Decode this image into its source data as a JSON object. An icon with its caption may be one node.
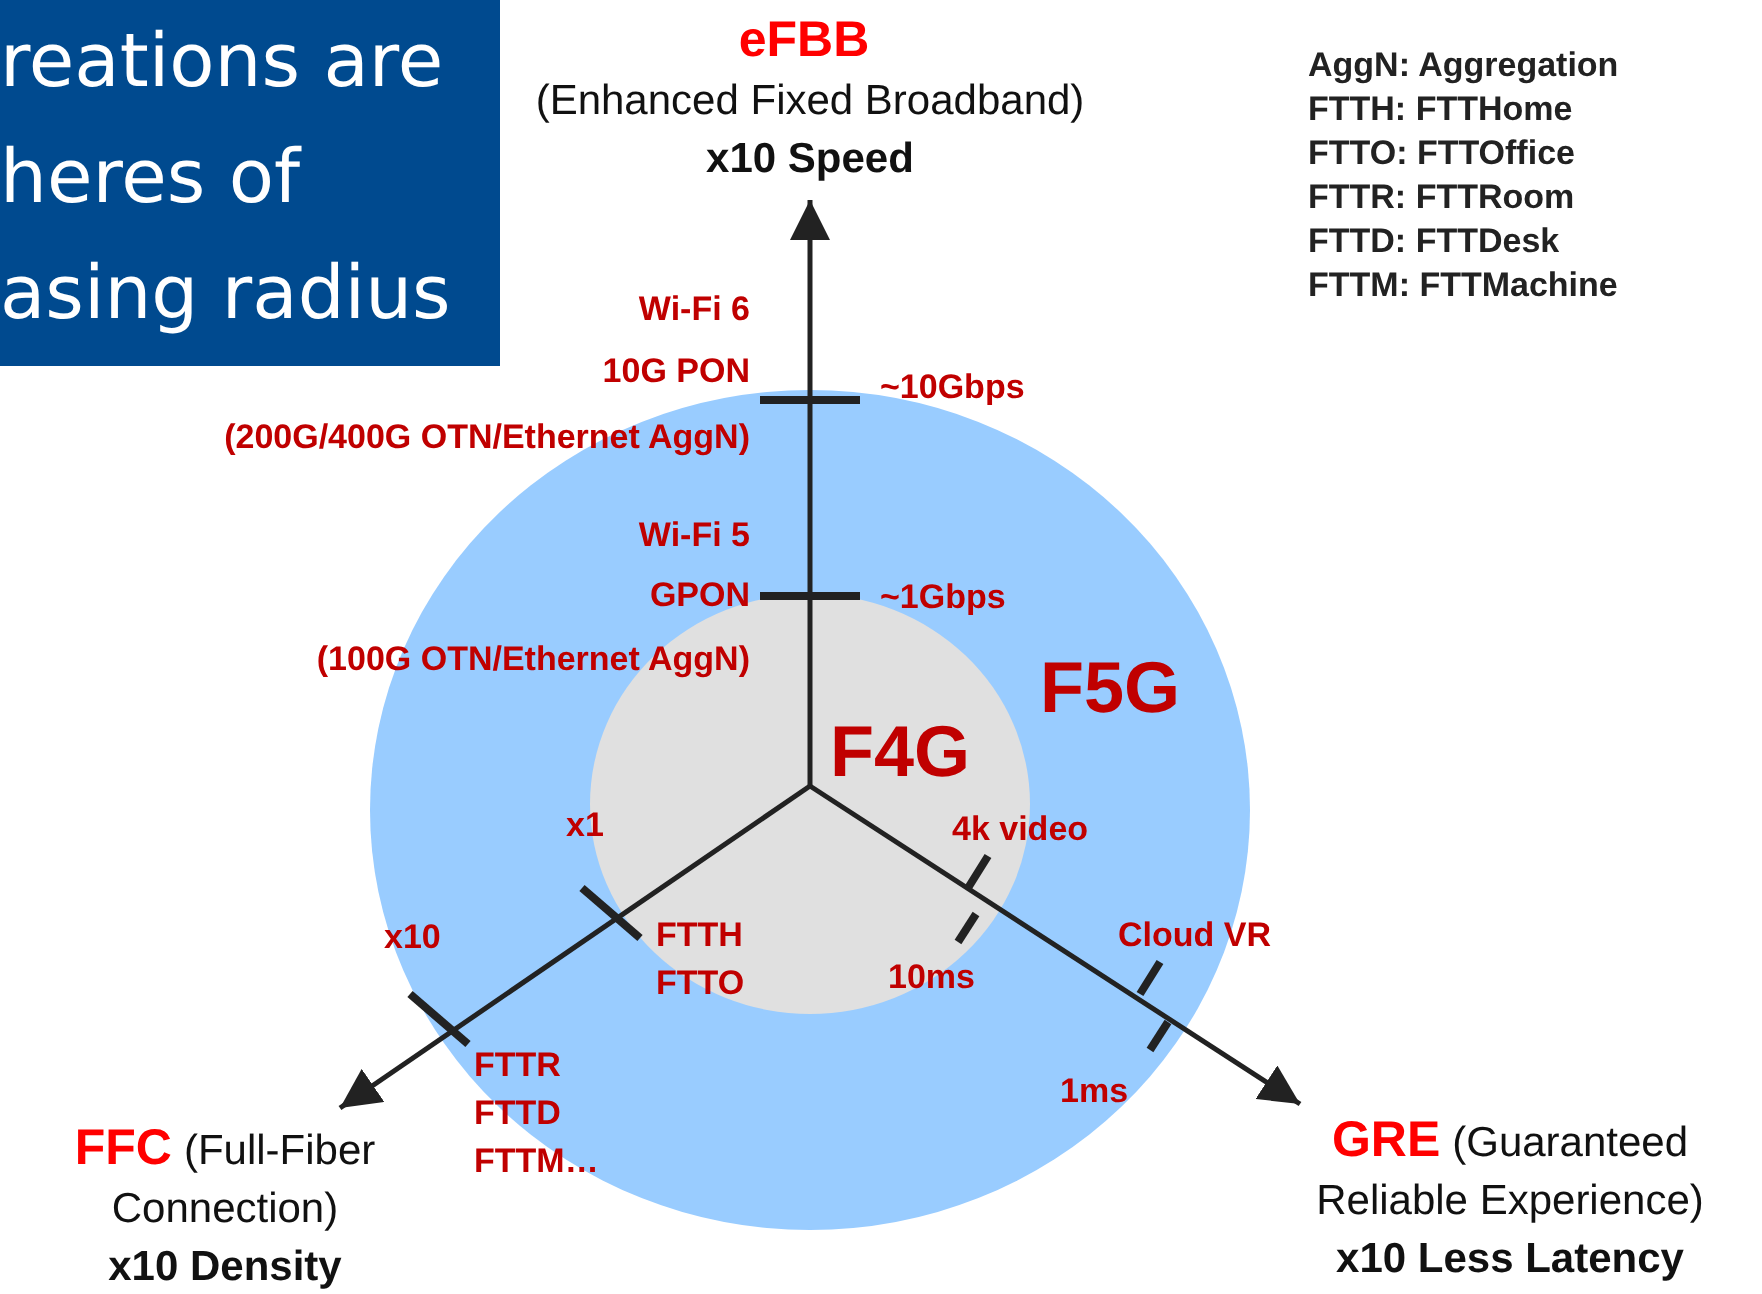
{
  "diagram": {
    "nodes": [
      {
        "text": [
          "reations are heres of asing radius"
        ]
      },
      {
        "text": [
          "F5G"
        ]
      },
      {
        "text": [
          "F4G"
        ],
        "in": 1
      },
      {
        "text": [
          "eFBB",
          "(Enhanced Fixed Broadband)",
          "x10 Speed"
        ]
      },
      {
        "text": [
          "FFC",
          "(Full-Fiber Connection)",
          "x10 Density"
        ]
      },
      {
        "text": [
          "GRE",
          "(Guaranteed Reliable Experience)",
          "x10 Less Latency"
        ]
      }
    ],
    "edges": [
      {
        "from": 2,
        "to": 3,
        "arrow": "to"
      },
      {
        "from": 2,
        "to": 4,
        "arrow": "to"
      },
      {
        "from": 2,
        "to": 5,
        "arrow": "to"
      }
    ],
    "labels": [
      "AggN: Aggregation",
      "FTTH: FTTHome",
      "FTTO: FTTOffice",
      "FTTR: FTTRoom",
      "FTTD: FTTDesk",
      "FTTM: FTTMachine",
      "Wi-Fi 6",
      "10G PON",
      "~10Gbps",
      "(200G/400G OTN/Ethernet AggN)",
      "Wi-Fi 5",
      "GPON",
      "~1Gbps",
      "(100G OTN/Ethernet AggN)",
      "x1",
      "4k video",
      "x10",
      "FTTH FTTO",
      "10ms",
      "Cloud VR",
      "FTTR FTTD FTTM…",
      "1ms"
    ]
  }
}
